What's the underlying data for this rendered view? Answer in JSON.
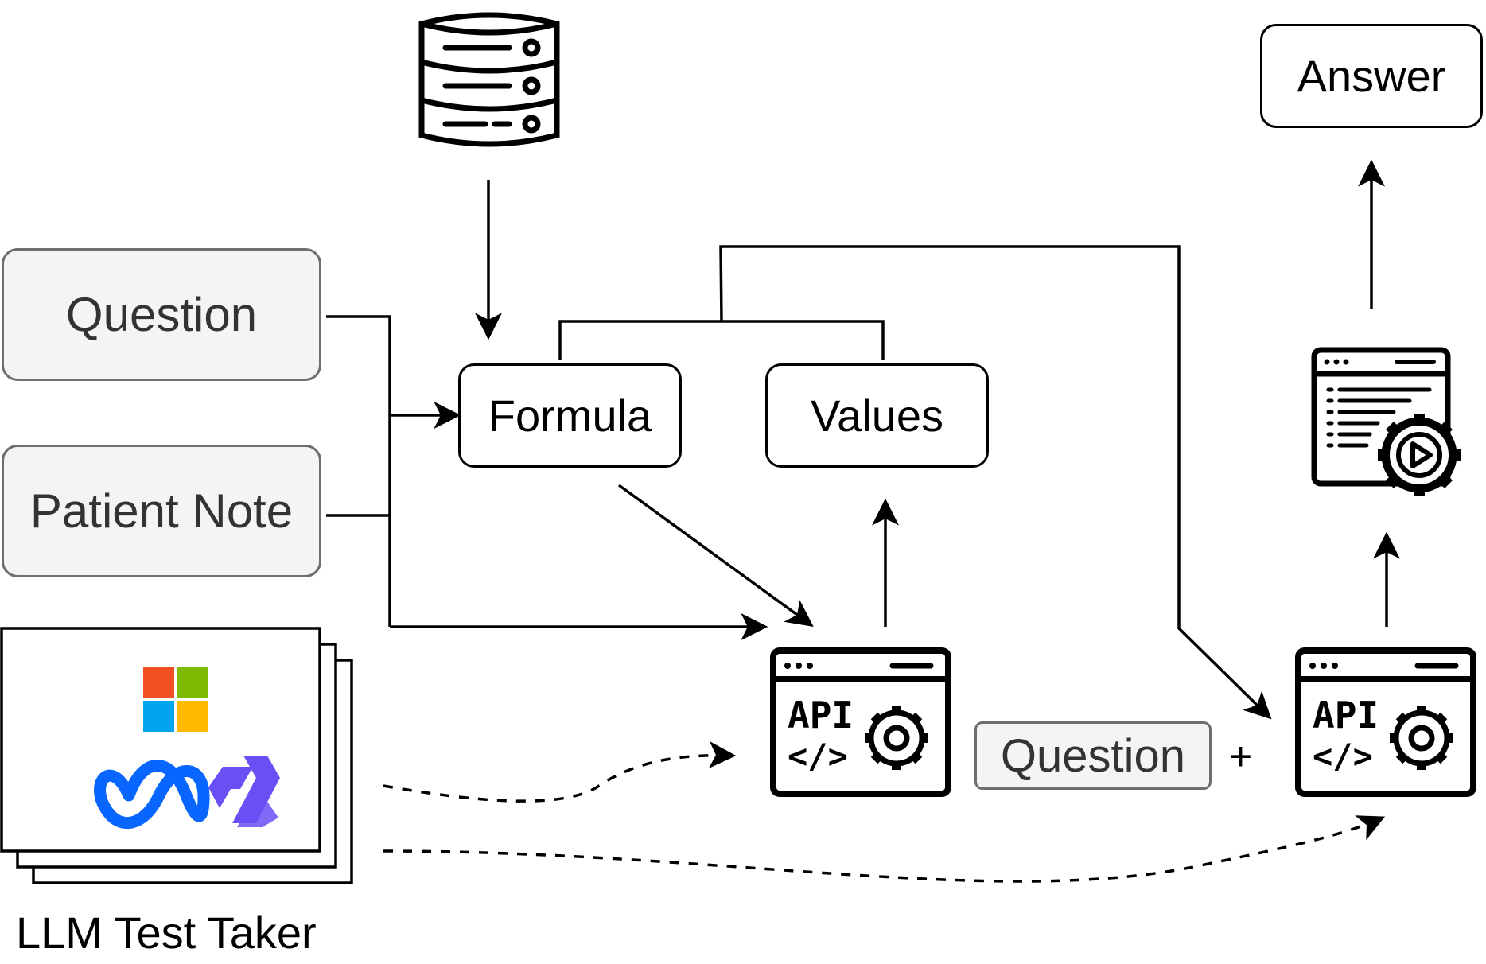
{
  "inputs": {
    "question": "Question",
    "patient_note": "Patient Note"
  },
  "nodes": {
    "formula": "Formula",
    "values": "Values",
    "answer": "Answer",
    "question_chip": "Question",
    "plus": "+"
  },
  "api_icon": {
    "line1": "API",
    "line2": "</>"
  },
  "llm": {
    "caption": "LLM Test Taker",
    "logos": [
      "microsoft-logo",
      "meta-logo",
      "qwen-logo"
    ]
  },
  "colors": {
    "ms_red": "#f25022",
    "ms_green": "#7fba00",
    "ms_blue": "#00a4ef",
    "ms_yellow": "#ffb900",
    "meta_blue": "#0866ff",
    "qwen_purple": "#6a4ff5"
  }
}
